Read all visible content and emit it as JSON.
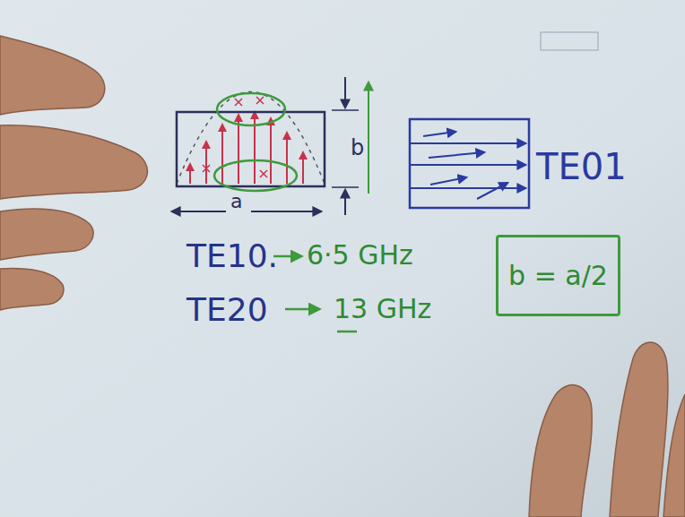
{
  "diagram": {
    "nodes": [
      {
        "text": [
          "b = a/2"
        ]
      }
    ],
    "labels": [
      "a",
      "b",
      "TE01",
      "TE10.",
      "6·5 GHz",
      "TE20",
      "13 GHz"
    ]
  }
}
